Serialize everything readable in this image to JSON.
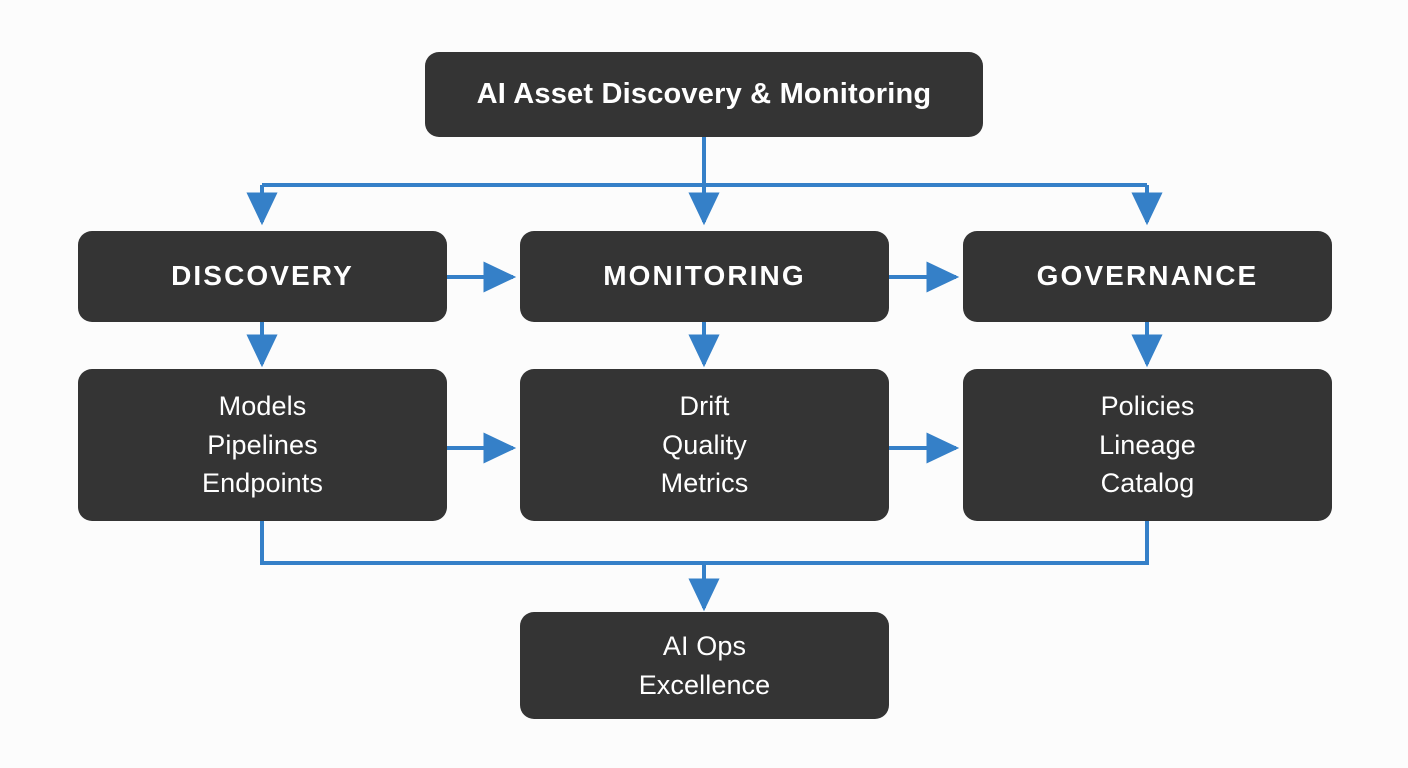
{
  "diagram": {
    "title": "AI Asset Discovery & Monitoring",
    "background_color": "#fcfcfc",
    "node_color": "#343434",
    "node_text_color": "#ffffff",
    "edge_color": "#3580c8",
    "root": {
      "id": "root",
      "label": "AI Asset Discovery & Monitoring"
    },
    "stages": [
      {
        "id": "discovery",
        "label": "DISCOVERY"
      },
      {
        "id": "monitoring",
        "label": "MONITORING"
      },
      {
        "id": "governance",
        "label": "GOVERNANCE"
      }
    ],
    "details": [
      {
        "id": "discovery-detail",
        "lines": [
          "Models",
          "Pipelines",
          "Endpoints"
        ]
      },
      {
        "id": "monitoring-detail",
        "lines": [
          "Drift",
          "Quality",
          "Metrics"
        ]
      },
      {
        "id": "governance-detail",
        "lines": [
          "Policies",
          "Lineage",
          "Catalog"
        ]
      }
    ],
    "outcome": {
      "id": "outcome",
      "lines": [
        "AI Ops",
        "Excellence"
      ]
    },
    "connections": [
      {
        "from": "root",
        "to": "discovery",
        "type": "fan-out"
      },
      {
        "from": "root",
        "to": "monitoring",
        "type": "fan-out"
      },
      {
        "from": "root",
        "to": "governance",
        "type": "fan-out"
      },
      {
        "from": "discovery",
        "to": "monitoring",
        "type": "horizontal"
      },
      {
        "from": "monitoring",
        "to": "governance",
        "type": "horizontal"
      },
      {
        "from": "discovery",
        "to": "discovery-detail",
        "type": "vertical"
      },
      {
        "from": "monitoring",
        "to": "monitoring-detail",
        "type": "vertical"
      },
      {
        "from": "governance",
        "to": "governance-detail",
        "type": "vertical"
      },
      {
        "from": "discovery-detail",
        "to": "monitoring-detail",
        "type": "horizontal"
      },
      {
        "from": "monitoring-detail",
        "to": "governance-detail",
        "type": "horizontal"
      },
      {
        "from": "discovery-detail",
        "to": "outcome",
        "type": "fan-in"
      },
      {
        "from": "governance-detail",
        "to": "outcome",
        "type": "fan-in"
      }
    ]
  }
}
